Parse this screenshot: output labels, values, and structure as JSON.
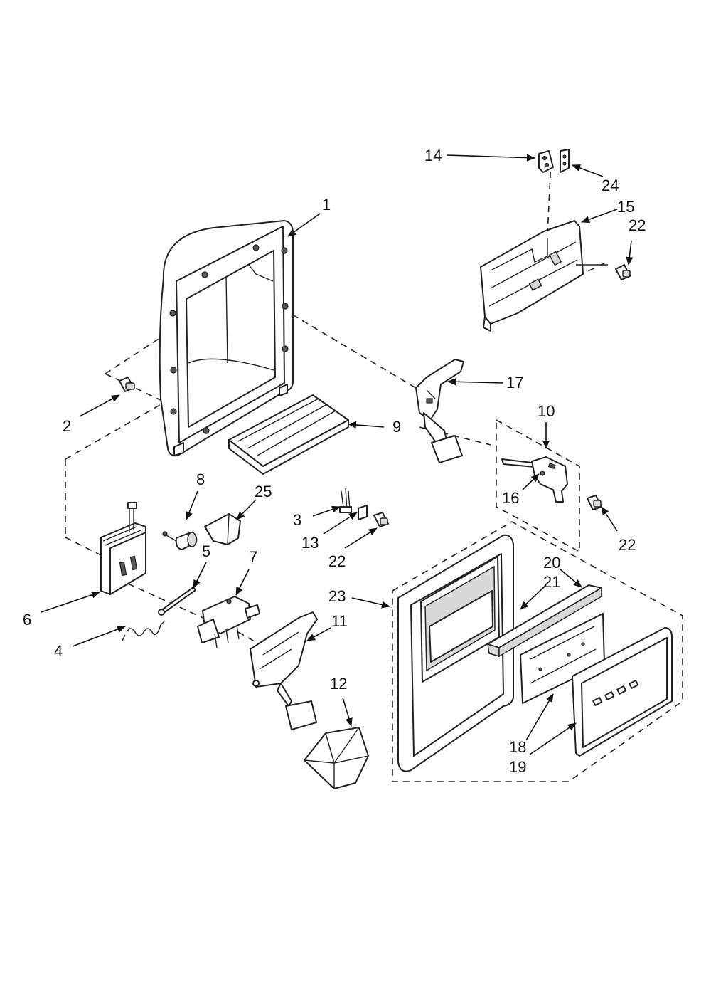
{
  "callouts": {
    "c1": "1",
    "c2": "2",
    "c3": "3",
    "c4": "4",
    "c5": "5",
    "c6": "6",
    "c7": "7",
    "c8": "8",
    "c9": "9",
    "c10": "10",
    "c11": "11",
    "c12": "12",
    "c13": "13",
    "c14": "14",
    "c15": "15",
    "c16": "16",
    "c17": "17",
    "c18": "18",
    "c19": "19",
    "c20": "20",
    "c21": "21",
    "c22a": "22",
    "c22b": "22",
    "c22c": "22",
    "c23": "23",
    "c24": "24",
    "c25": "25"
  },
  "colors": {
    "line": "#222222",
    "background": "#ffffff",
    "shade": "#d9d9d9"
  }
}
